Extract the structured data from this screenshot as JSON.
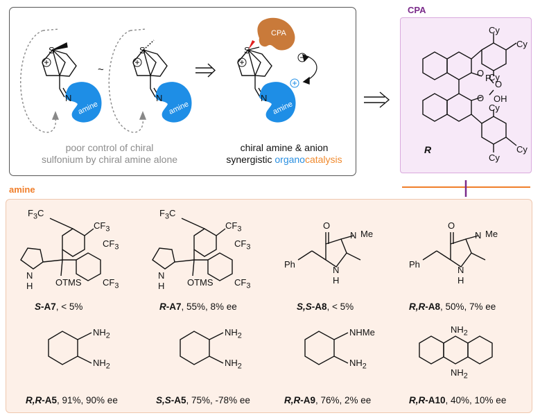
{
  "cpa_section": {
    "label": "CPA",
    "stereo_label": "R",
    "atoms": {
      "cy": "Cy",
      "o": "O",
      "p": "P",
      "oh": "OH"
    }
  },
  "amine_section": {
    "label": "amine"
  },
  "top_panel": {
    "caption_left": [
      "poor control of chiral",
      "sulfonium by chiral amine alone"
    ],
    "caption_right_line1": "chiral amine & anion",
    "caption_right_line2": {
      "pre": "synergistic ",
      "organo": "organo",
      "catalysis": "catalysis"
    },
    "tilde": "~",
    "amine_tag": "amine",
    "cpa_tag": "CPA",
    "atoms": {
      "s": "S",
      "n": "N"
    },
    "colors": {
      "amine_blue": "#1e8ee6",
      "cpa_brown": "#c97a3a",
      "organo_blue": "#2a8fe0",
      "catalysis_orange": "#f08a2e"
    }
  },
  "compounds": [
    {
      "id": "S-A7",
      "stereo": "S",
      "name": "-A7",
      "result": ", < 5%"
    },
    {
      "id": "R-A7",
      "stereo": "R",
      "name": "-A7",
      "result": ", 55%, 8% ee"
    },
    {
      "id": "S,S-A8",
      "stereo": "S,S",
      "name": "-A8",
      "result": ", < 5%"
    },
    {
      "id": "R,R-A8",
      "stereo": "R,R",
      "name": "-A8",
      "result": ", 50%, 7% ee"
    },
    {
      "id": "R,R-A5",
      "stereo": "R,R",
      "name": "-A5",
      "result": ", 91%, 90% ee"
    },
    {
      "id": "S,S-A5",
      "stereo": "S,S",
      "name": "-A5",
      "result": ", 75%, -78% ee"
    },
    {
      "id": "R,R-A9",
      "stereo": "R,R",
      "name": "-A9",
      "result": ", 76%, 2% ee"
    },
    {
      "id": "R,R-A10",
      "stereo": "R,R",
      "name": "-A10",
      "result": ", 40%, 10% ee"
    }
  ],
  "atoms": {
    "cf3": "CF",
    "f3c": "F",
    "three": "3",
    "nh": "NH",
    "h": "H",
    "n": "N",
    "o": "O",
    "me": "Me",
    "ph": "Ph",
    "otms": "OTMS",
    "nh2": "NH",
    "two": "2",
    "nhme": "NHMe"
  }
}
